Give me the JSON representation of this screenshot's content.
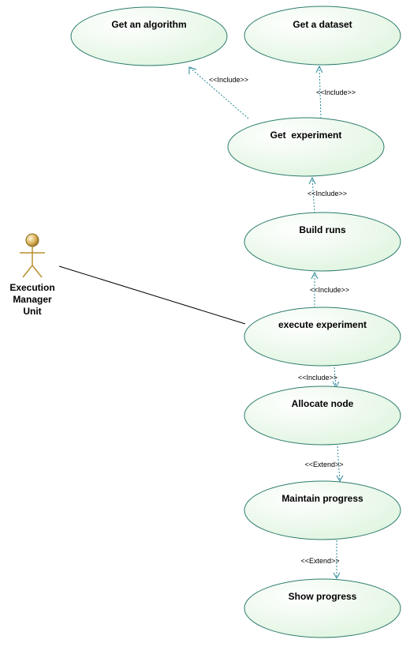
{
  "actor": {
    "name_lines": [
      "Execution",
      "Manager",
      "Unit"
    ]
  },
  "use_cases": {
    "get_algorithm": "Get an algorithm",
    "get_dataset": "Get a dataset",
    "get_experiment": "Get  experiment",
    "build_runs": "Build runs",
    "execute_experiment": "execute experiment",
    "allocate_node": "Allocate node",
    "maintain_progress": "Maintain progress",
    "show_progress": "Show progress"
  },
  "relationships": {
    "include": "<<Include>>",
    "extend": "<<Extend>>"
  },
  "colors": {
    "use_case_fill": "#e8f7e8",
    "use_case_stroke": "#2e7d6e",
    "dependency_line": "#2a8a9a",
    "actor": "#c8a040"
  }
}
